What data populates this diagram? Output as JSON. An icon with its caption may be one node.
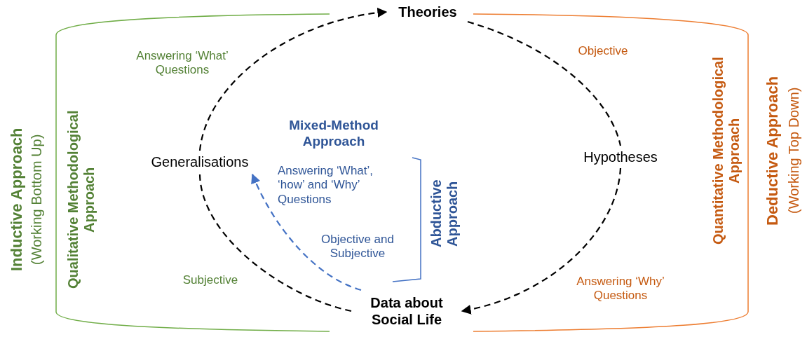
{
  "diagram": {
    "nodes": [
      {
        "text": [
          "Theories"
        ]
      },
      {
        "text": [
          "Hypotheses"
        ]
      },
      {
        "text": [
          "Data about Social Life"
        ]
      },
      {
        "text": [
          "Generalisations"
        ]
      }
    ],
    "edges": [
      {
        "from": 3,
        "to": 0,
        "arrow": "to",
        "style": "dashed"
      },
      {
        "from": 0,
        "to": 1,
        "arrow": "none",
        "style": "dashed"
      },
      {
        "from": 1,
        "to": 2,
        "arrow": "to",
        "style": "dashed"
      },
      {
        "from": 2,
        "to": 3,
        "arrow": "none",
        "style": "dashed"
      },
      {
        "from": 2,
        "to": 3,
        "arrow": "to",
        "style": "dashed",
        "color": "#4472c4"
      }
    ],
    "labels": [
      "Inductive Approach",
      "(Working Bottom Up)",
      "Qualitative Methodological Approach",
      "Answering ‘What’ Questions",
      "Subjective",
      "Mixed-Method Approach",
      "Answering ‘What’, ‘how’ and ‘Why’ Questions",
      "Objective and Subjective",
      "Abductive Approach",
      "Objective",
      "Answering ‘Why’ Questions",
      "Quantitative Methodological Approach",
      "Deductive Approach",
      "(Working Top Down)"
    ]
  }
}
